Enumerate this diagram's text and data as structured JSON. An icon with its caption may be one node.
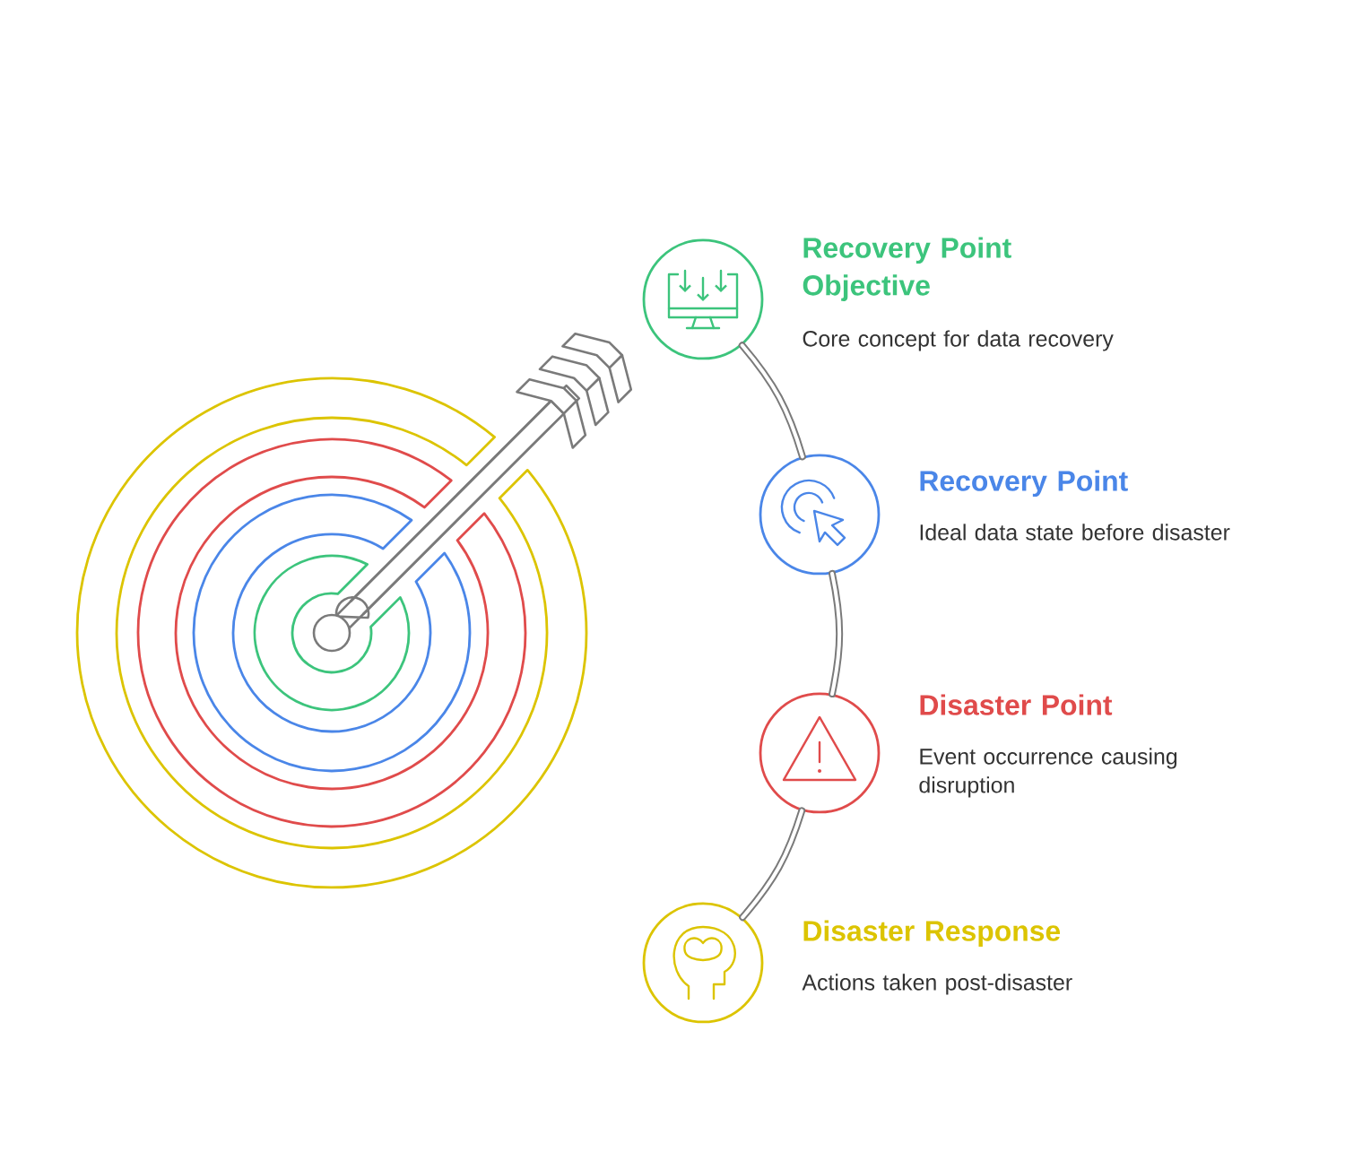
{
  "diagram": {
    "nodes": [
      {
        "text": [
          "Recovery Point Objective",
          "Core concept for data recovery"
        ]
      },
      {
        "text": [
          "Recovery Point",
          "Ideal data state before disaster"
        ]
      },
      {
        "text": [
          "Disaster Point",
          "Event occurrence causing disruption"
        ]
      },
      {
        "text": [
          "Disaster Response",
          "Actions taken post-disaster"
        ]
      }
    ],
    "edges": [
      {
        "from": 0,
        "to": 1,
        "arrow": "none"
      },
      {
        "from": 1,
        "to": 2,
        "arrow": "none"
      },
      {
        "from": 2,
        "to": 3,
        "arrow": "none"
      }
    ]
  }
}
